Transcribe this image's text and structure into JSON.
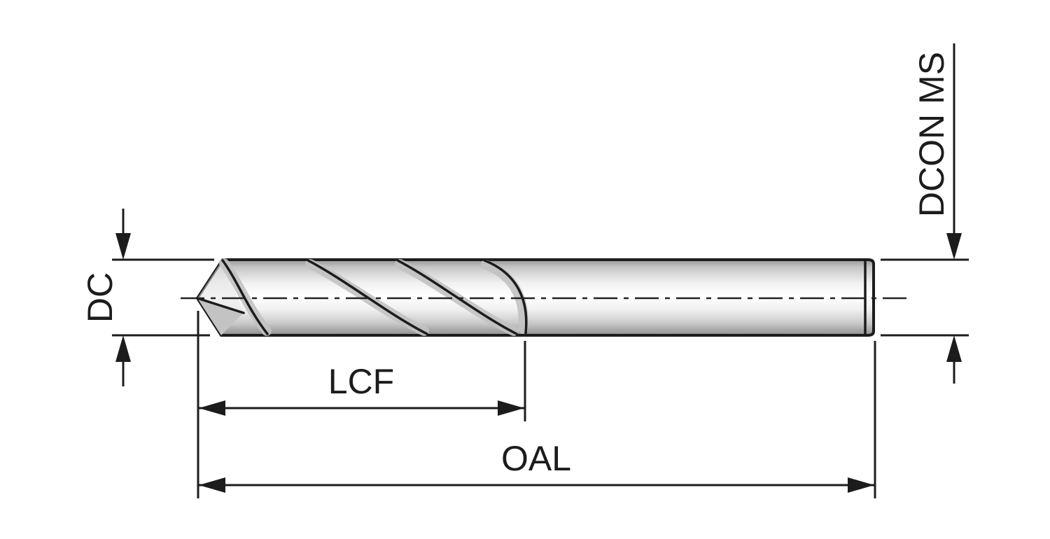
{
  "diagram": {
    "type": "drill-dimension-drawing",
    "labels": {
      "dc": "DC",
      "lcf": "LCF",
      "oal": "OAL",
      "dcon": "DCON MS"
    },
    "colors": {
      "background": "#ffffff",
      "line": "#1c1c1c",
      "metal_light": "#ffffff",
      "metal_mid": "#c9c9c9",
      "metal_dark": "#8e8e8e"
    }
  }
}
